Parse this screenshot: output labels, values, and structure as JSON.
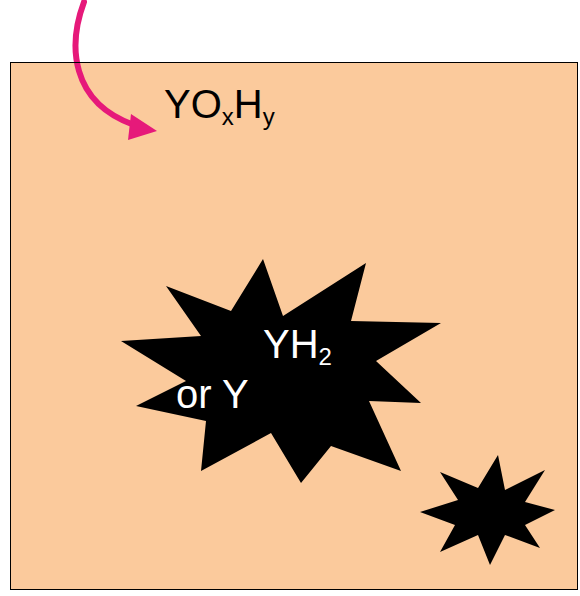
{
  "diagram": {
    "nodes": [
      {
        "text": [
          "YOxHy"
        ]
      },
      {
        "text": [
          "YH2 or Y"
        ],
        "in": 0
      }
    ]
  }
}
